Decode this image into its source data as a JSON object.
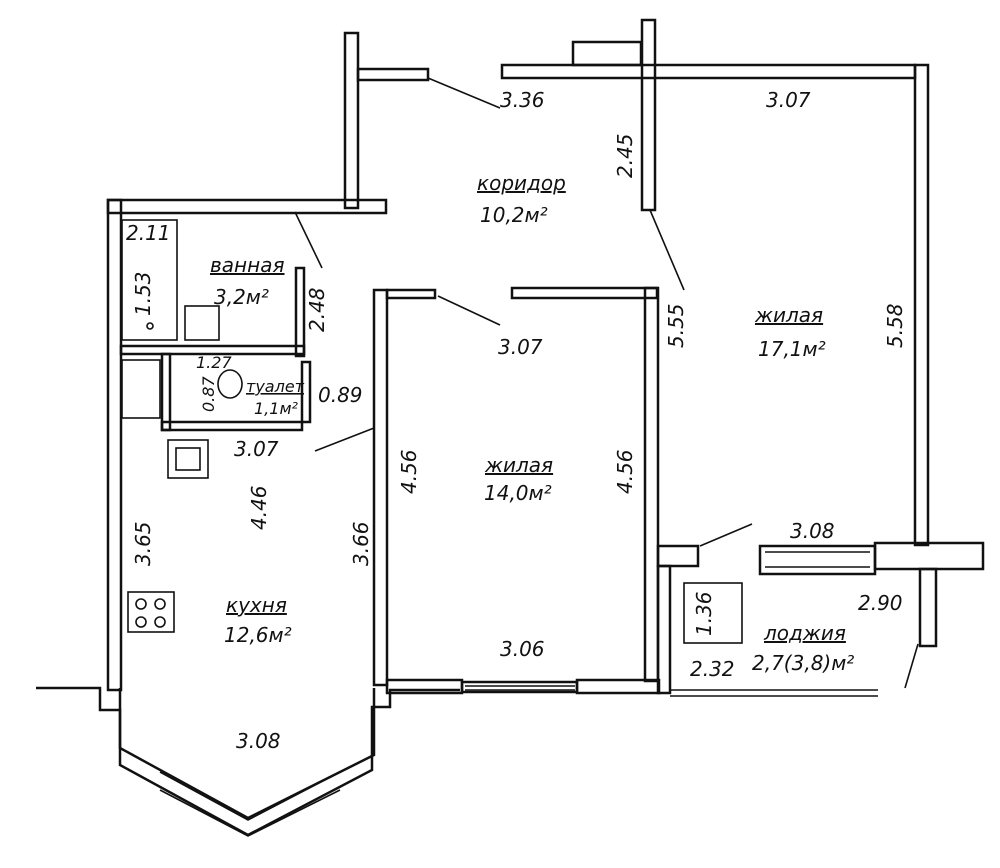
{
  "rooms": {
    "corridor": {
      "name": "коридор",
      "area": "10,2м²"
    },
    "living_large": {
      "name": "жилая",
      "area": "17,1м²"
    },
    "bathroom": {
      "name": "ванная",
      "area": "3,2м²"
    },
    "toilet": {
      "name": "туалет",
      "area": "1,1м²"
    },
    "living_small": {
      "name": "жилая",
      "area": "14,0м²"
    },
    "kitchen": {
      "name": "кухня",
      "area": "12,6м²"
    },
    "loggia": {
      "name": "лоджия",
      "area": "2,7(3,8)м²"
    }
  },
  "dimensions": {
    "corridor_top": "3.36",
    "corridor_partition": "2.45",
    "living_large_top": "3.07",
    "living_large_left": "5.55",
    "living_large_right": "5.58",
    "living_large_bottom": "3.08",
    "bath_width": "2.11",
    "bath_tub": "1.53",
    "bath_height": "2.48",
    "toilet_width": "1.27",
    "toilet_height": "0.87",
    "toilet_side": "0.89",
    "kitchen_top": "3.07",
    "kitchen_diag": "4.46",
    "kitchen_left": "3.65",
    "kitchen_right": "3.66",
    "kitchen_bottom": "3.08",
    "living_small_top": "3.07",
    "living_small_left": "4.56",
    "living_small_right": "4.56",
    "living_small_bottom": "3.06",
    "loggia_side": "2.90",
    "loggia_storage": "1.36",
    "loggia_bottom": "2.32"
  },
  "colors": {
    "ink": "#111111",
    "paper": "#ffffff"
  }
}
